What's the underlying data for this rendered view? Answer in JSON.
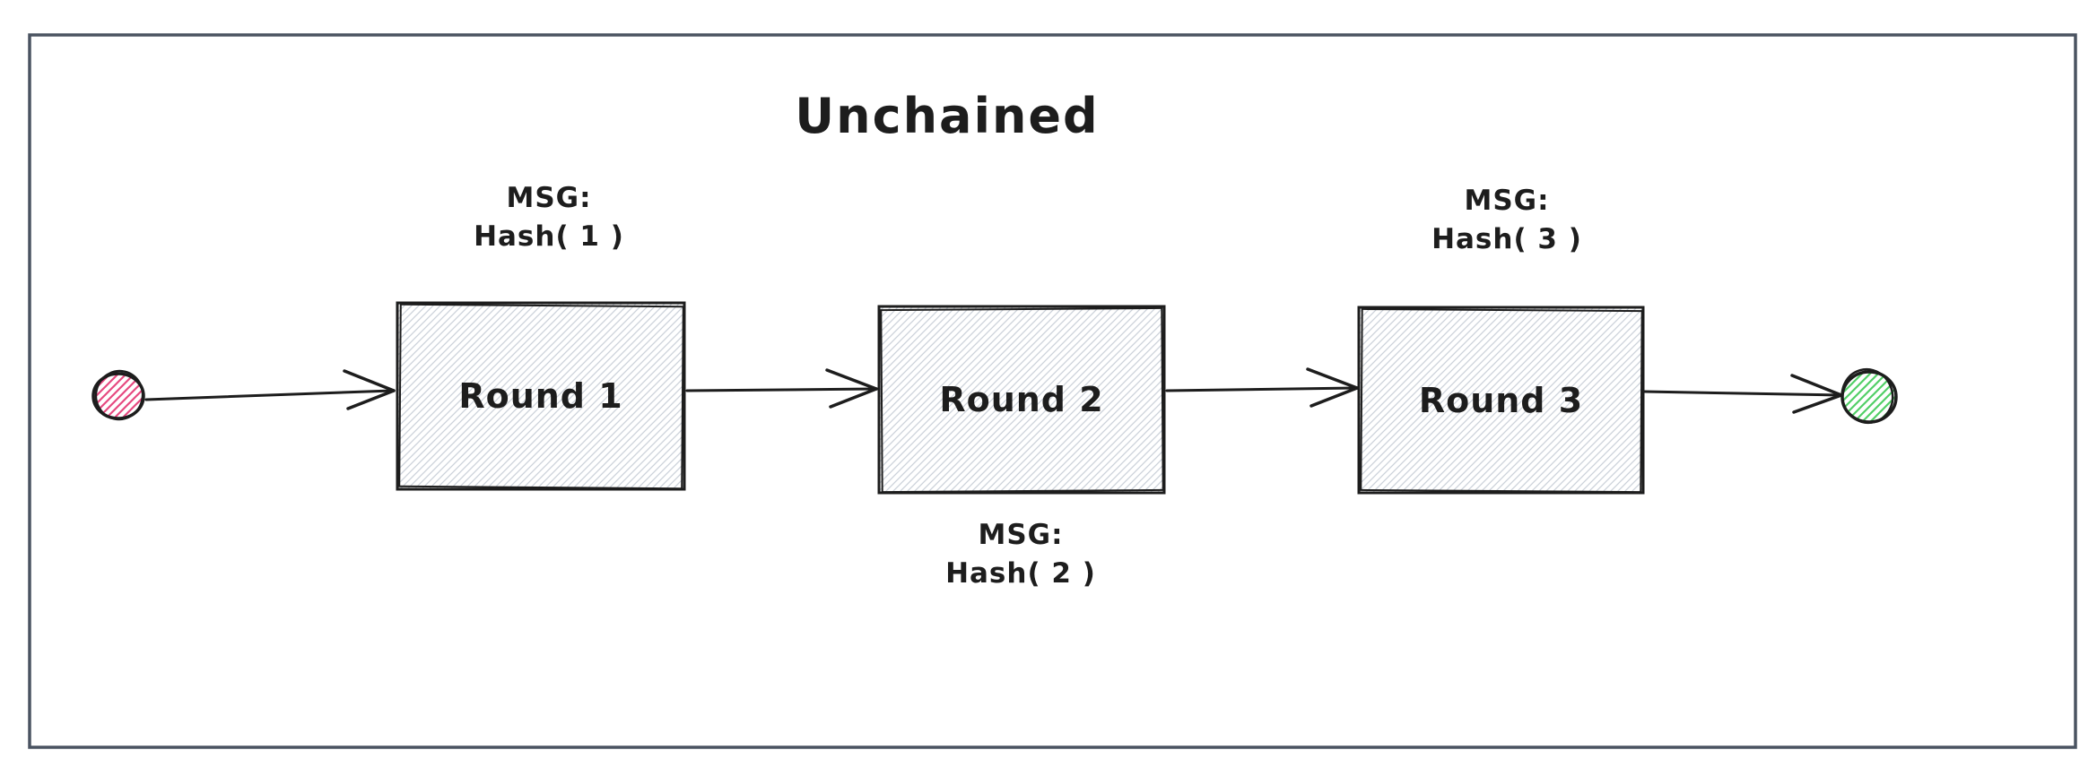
{
  "title": "Unchained",
  "nodes": {
    "start": {
      "kind": "ellipse",
      "fill": "#e64980"
    },
    "round1": {
      "label": "Round 1"
    },
    "round2": {
      "label": "Round 2"
    },
    "round3": {
      "label": "Round 3"
    },
    "end": {
      "kind": "ellipse",
      "fill": "#51cf66"
    }
  },
  "labels": {
    "msg1": {
      "line1": "MSG:",
      "line2": "Hash( 1 )"
    },
    "msg2": {
      "line1": "MSG:",
      "line2": "Hash( 2 )"
    },
    "msg3": {
      "line1": "MSG:",
      "line2": "Hash( 3 )"
    }
  },
  "colors": {
    "ink": "#1d1d1d",
    "hatch": "#ccd2da",
    "start_hatch": "#e64980",
    "end_hatch": "#51cf66",
    "frame": "#4a5361"
  }
}
